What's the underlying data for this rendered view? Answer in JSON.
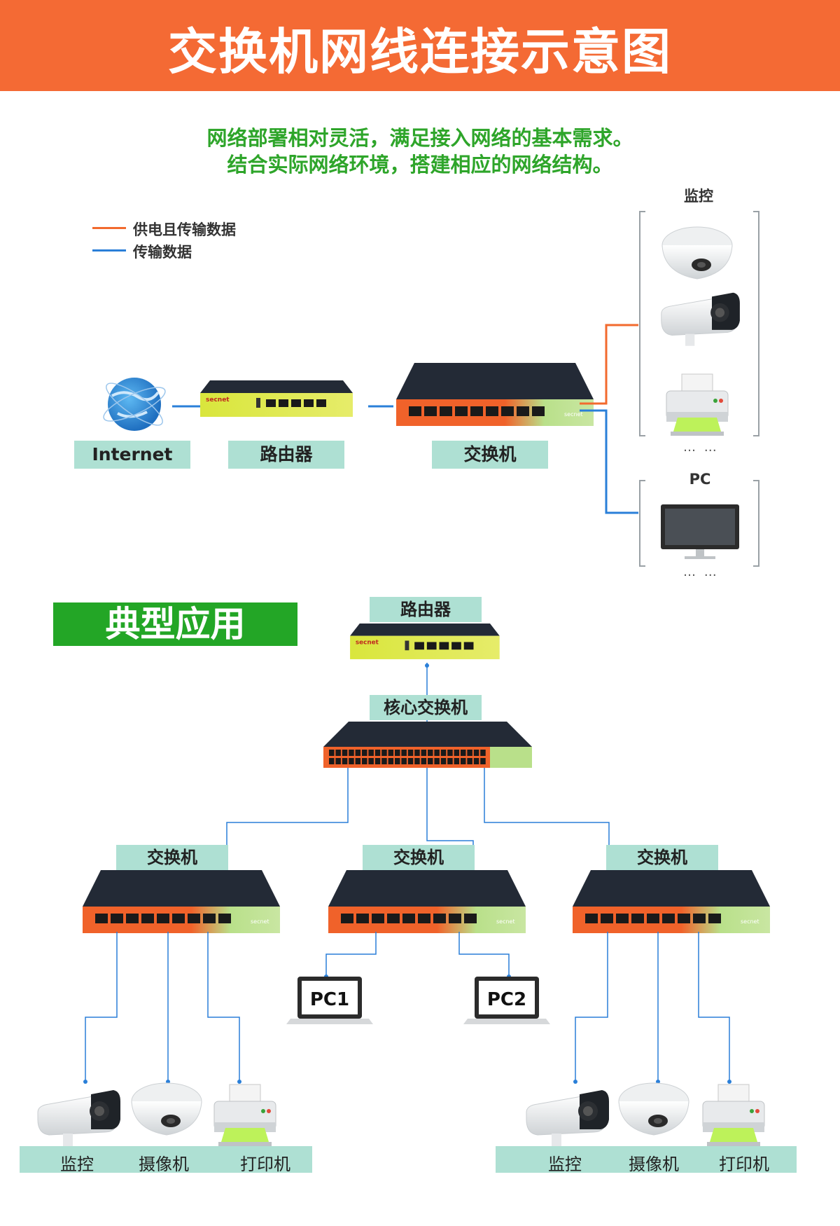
{
  "header": {
    "title": "交换机网线连接示意图"
  },
  "intro": {
    "line1": "网络部署相对灵活，满足接入网络的基本需求。",
    "line2": "结合实际网络环境，搭建相应的网络结构。"
  },
  "legend": [
    {
      "label": "供电且传输数据",
      "color": "#f26a2e"
    },
    {
      "label": "传输数据",
      "color": "#2a7fd8"
    }
  ],
  "top_diagram": {
    "nodes": {
      "internet": "Internet",
      "router": "路由器",
      "switch": "交换机"
    },
    "groups": {
      "monitor": "监控",
      "pc": "PC"
    },
    "ellipsis": "… …",
    "brand": "secnet"
  },
  "typical": {
    "banner": "典型应用",
    "router": "路由器",
    "core_switch": "核心交换机",
    "switch_left": "交换机",
    "switch_mid": "交换机",
    "switch_right": "交换机",
    "pc1": "PC1",
    "pc2": "PC2",
    "left_devices": [
      "监控",
      "摄像机",
      "打印机"
    ],
    "right_devices": [
      "监控",
      "摄像机",
      "打印机"
    ]
  },
  "colors": {
    "header": "#f46a34",
    "subtitle": "#2ea52a",
    "mint": "#aee0d3",
    "power_line": "#f26a2e",
    "data_line": "#2a7fd8",
    "banner": "#23a626"
  }
}
